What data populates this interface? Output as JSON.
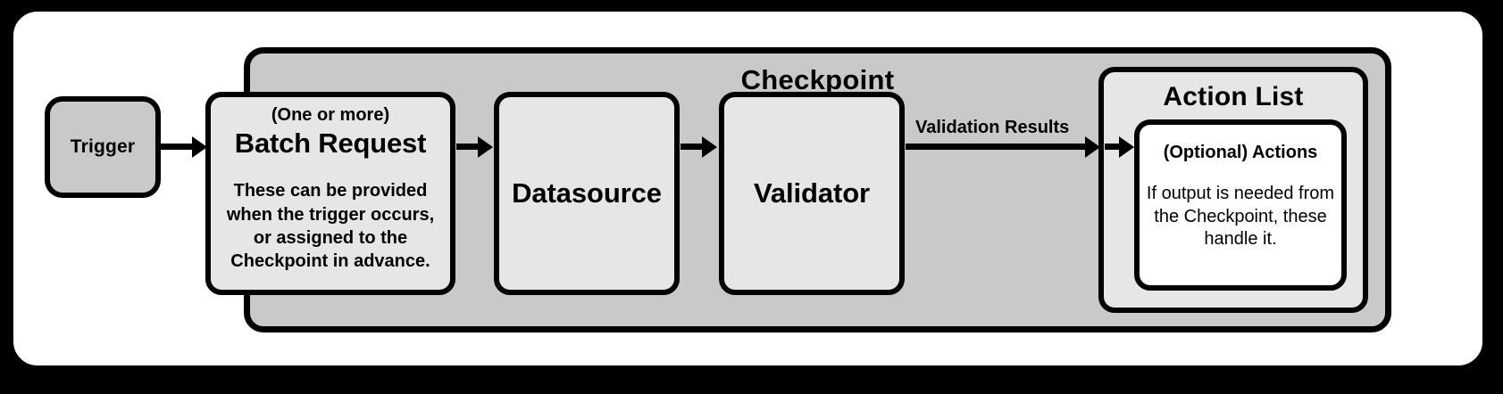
{
  "diagram": {
    "nodes": {
      "trigger": {
        "label": "Trigger"
      },
      "checkpoint": {
        "title": "Checkpoint"
      },
      "batch_request": {
        "subtitle": "(One or more)",
        "title": "Batch Request",
        "description": "These can be provided when the trigger occurs, or assigned to the Checkpoint in advance."
      },
      "datasource": {
        "title": "Datasource"
      },
      "validator": {
        "title": "Validator"
      },
      "action_list": {
        "title": "Action List",
        "actions": {
          "title": "(Optional) Actions",
          "description": "If output is needed from the Checkpoint, these handle it."
        }
      }
    },
    "edges": {
      "trigger_to_batch": {
        "label": ""
      },
      "batch_to_datasource": {
        "label": ""
      },
      "datasource_to_validator": {
        "label": ""
      },
      "validator_to_action_list": {
        "label": "Validation Results"
      },
      "action_list_to_actions": {
        "label": ""
      }
    },
    "colors": {
      "page_background": "#000000",
      "frame_fill": "#ffffff",
      "frame_border": "#000000",
      "trigger_fill": "#c9c9c9",
      "checkpoint_fill": "#c9c9c9",
      "node_fill": "#e6e6e6",
      "action_list_fill": "#e6e6e6",
      "actions_inner_fill": "#ffffff",
      "stroke": "#000000"
    }
  }
}
